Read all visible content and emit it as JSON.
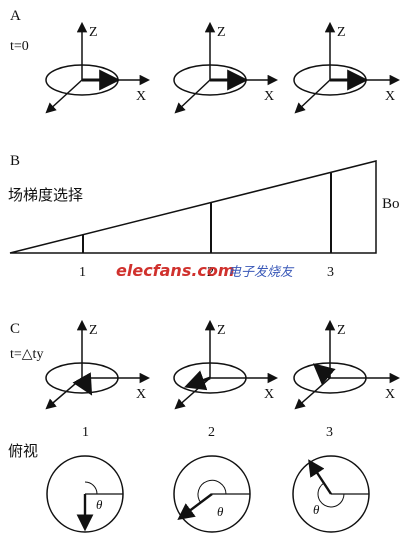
{
  "panel_a": {
    "label": "A",
    "time": "t=0",
    "frames": [
      {
        "z": "Z",
        "x": "X"
      },
      {
        "z": "Z",
        "x": "X"
      },
      {
        "z": "Z",
        "x": "X"
      }
    ]
  },
  "panel_b": {
    "label": "B",
    "title": "场梯度选择",
    "field_label": "Bo",
    "ticks": [
      "1",
      "2",
      "3"
    ]
  },
  "panel_c": {
    "label": "C",
    "time": "t=△ty",
    "frames": [
      {
        "z": "Z",
        "x": "X",
        "index": "1"
      },
      {
        "z": "Z",
        "x": "X",
        "index": "2"
      },
      {
        "z": "Z",
        "x": "X",
        "index": "3"
      }
    ]
  },
  "top_view": {
    "label": "俯视",
    "angle_symbol": "θ"
  },
  "watermark": {
    "brand": "elecfans.com",
    "tag": "电子发烧友"
  },
  "colors": {
    "ink": "#111111",
    "watermark_red": "#d0312d",
    "watermark_blue": "#3a59b8"
  }
}
